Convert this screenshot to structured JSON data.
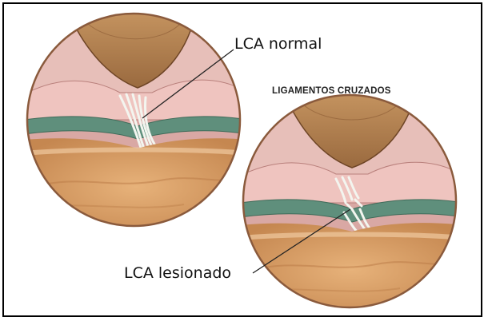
{
  "figure": {
    "title": "LIGAMENTOS CRUZADOS",
    "normal_label": "LCA normal",
    "injured_label": "LCA lesionado"
  },
  "panels": [
    {
      "state": "normal"
    },
    {
      "state": "injured"
    }
  ],
  "colors": {
    "femur": "#b5855a",
    "femur_dark": "#7a4f2c",
    "cartilage": "#e8b6b2",
    "cartilage_dark": "#c98985",
    "meniscus": "#5f8f7c",
    "ligament": "#e9ece6",
    "tibia": "#dca067",
    "tibia_dark": "#c07e48",
    "rim": "#8a5a3c"
  }
}
